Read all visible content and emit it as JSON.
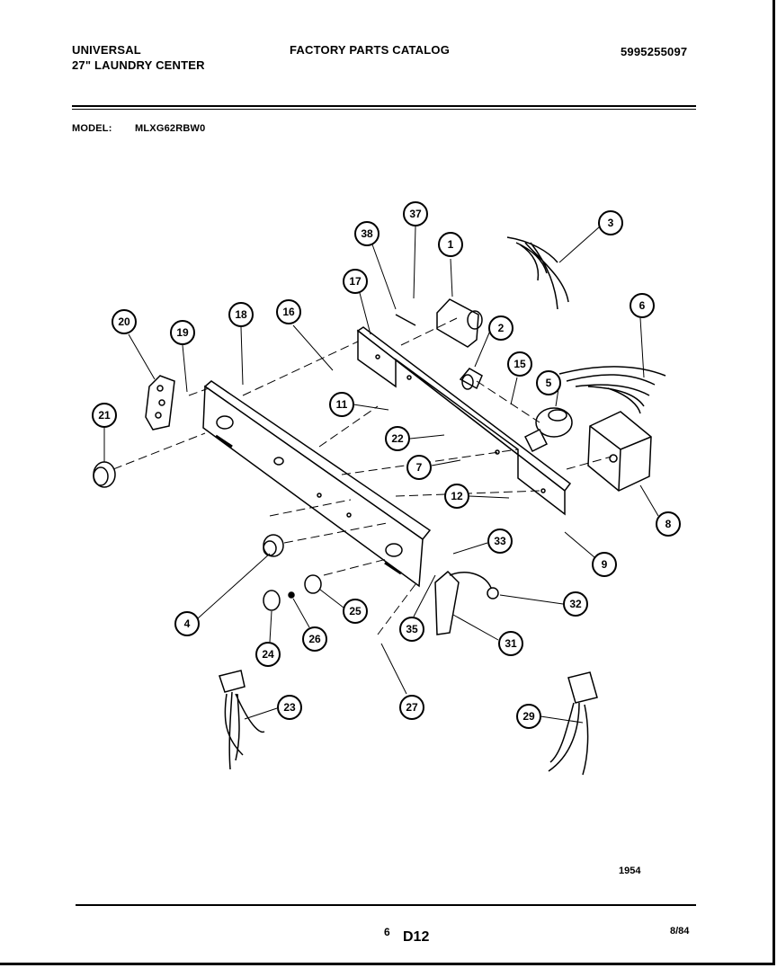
{
  "header": {
    "brand": "UNIVERSAL",
    "subtitle": "27\" LAUNDRY CENTER",
    "catalog": "FACTORY PARTS CATALOG",
    "part_number": "5995255097"
  },
  "model": {
    "label": "MODEL:",
    "value": "MLXG62RBW0"
  },
  "callouts": [
    "1",
    "2",
    "3",
    "4",
    "5",
    "6",
    "7",
    "8",
    "9",
    "11",
    "12",
    "15",
    "16",
    "17",
    "18",
    "19",
    "20",
    "21",
    "22",
    "23",
    "24",
    "25",
    "26",
    "27",
    "29",
    "31",
    "32",
    "33",
    "35",
    "37",
    "38"
  ],
  "footer": {
    "diagram_number": "1954",
    "page_number": "6",
    "section_code": "D12",
    "date": "8/84"
  }
}
